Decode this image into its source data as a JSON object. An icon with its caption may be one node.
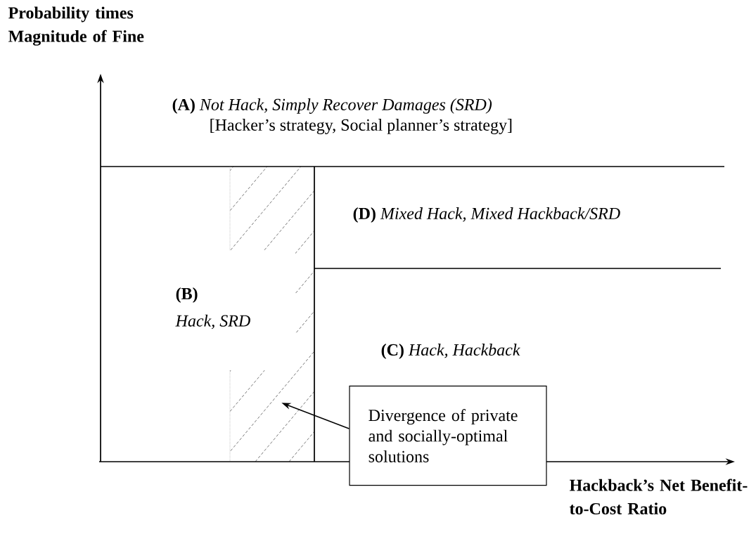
{
  "diagram": {
    "nodes": [
      {
        "text": [
          "Divergence of private and socially-optimal solutions"
        ]
      },
      {
        "text": [],
        "shape": "box"
      }
    ],
    "edges": [
      {
        "from": 0,
        "to": 1,
        "arrow": "to"
      }
    ],
    "labels": [
      "Probability times Magnitude of Fine",
      "**(A)** *Not Hack, Simply Recover Damages (SRD)*",
      "[Hacker’s strategy, Social planner’s strategy]",
      "**(D)**   *Mixed Hack, Mixed Hackback/SRD*",
      "(B)",
      "Hack, SRD",
      "**(C)**  *Hack, Hackback*",
      "Hackback’s Net Benefit-to-Cost Ratio"
    ]
  }
}
